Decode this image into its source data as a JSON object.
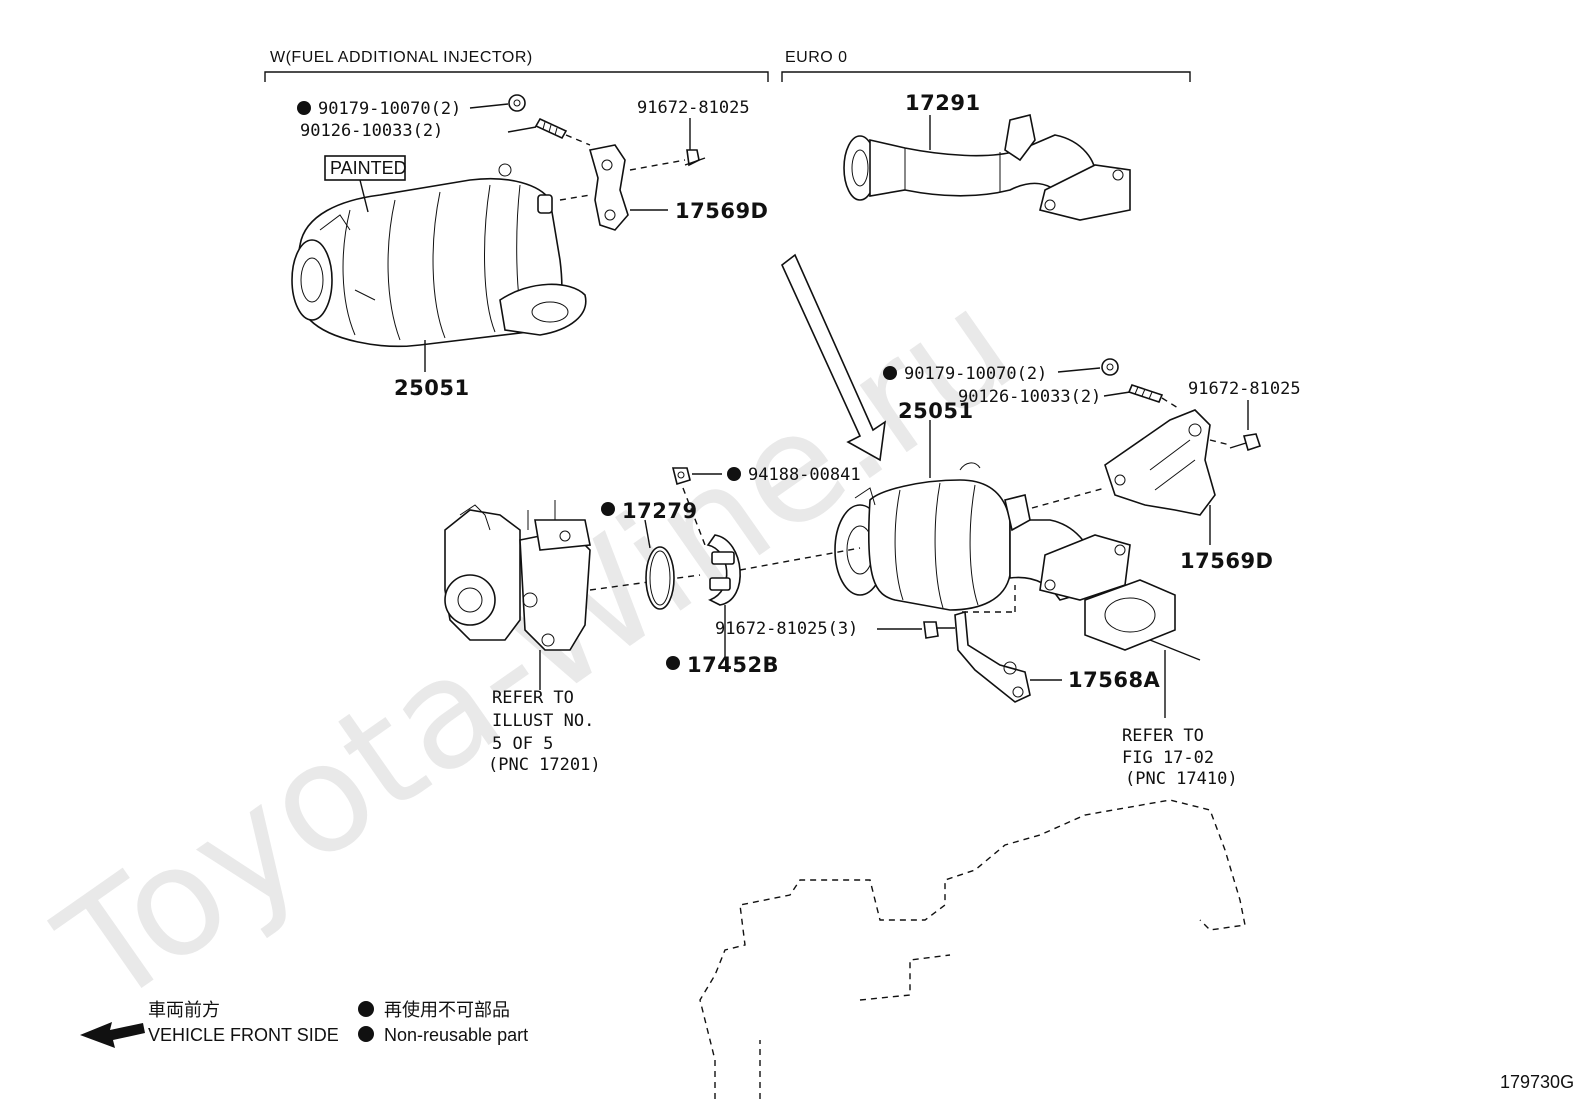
{
  "watermark": "Toyota-Wine.ru",
  "headers": {
    "left": "W(FUEL ADDITIONAL INJECTOR)",
    "right": "EURO 0"
  },
  "painted_label": "PAINTED",
  "parts": {
    "p_90179_top": "90179-10070(2)",
    "p_90126_top": "90126-10033(2)",
    "p_91672_top": "91672-81025",
    "p_17569D_top": "17569D",
    "p_25051_top": "25051",
    "p_17291": "17291",
    "p_90179_mid": "90179-10070(2)",
    "p_90126_mid": "90126-10033(2)",
    "p_91672_mid": "91672-81025",
    "p_25051_mid": "25051",
    "p_94188": "94188-00841",
    "p_17279": "17279",
    "p_17569D_mid": "17569D",
    "p_91672_3": "91672-81025(3)",
    "p_17452B": "17452B",
    "p_17568A": "17568A"
  },
  "refer_left": [
    "REFER TO",
    "ILLUST NO.",
    "5 OF 5",
    "(PNC 17201)"
  ],
  "refer_right": [
    "REFER TO",
    "FIG 17-02",
    "(PNC 17410)"
  ],
  "legend": {
    "front_jp": "車両前方",
    "front_en": "VEHICLE FRONT SIDE",
    "nonreuse_jp": "再使用不可部品",
    "nonreuse_en": "Non-reusable part"
  },
  "figure_id": "179730G"
}
